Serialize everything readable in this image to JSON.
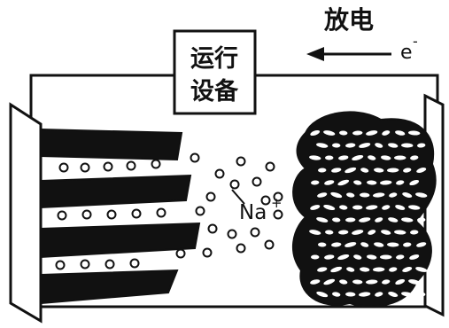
{
  "label_discharge": "放电",
  "label_electron": "e",
  "label_electron_sup": "-",
  "device_line1": "运行",
  "device_line2": "设备",
  "label_sodium": "Na",
  "label_sodium_sup": "+",
  "colors": {
    "ink": "#111111",
    "background": "#ffffff"
  }
}
